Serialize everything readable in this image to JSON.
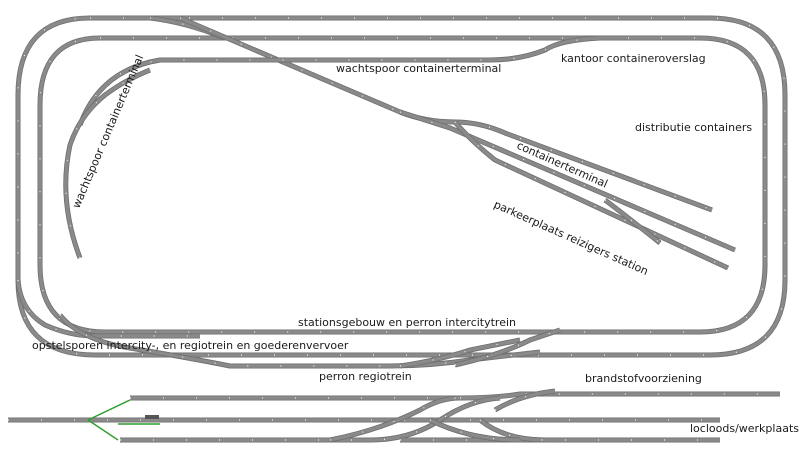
{
  "labels": {
    "wachtspoor_top": "wachtspoor containerterminal",
    "kantoor": "kantoor containeroverslag",
    "wachtspoor_left": "wachtspoor containerterminal",
    "distributie": "distributie containers",
    "containerterminal": "containerterminal",
    "parkeerplaats": "parkeerplaats reizigers station",
    "stationsgebouw": "stationsgebouw en perron intercitytrein",
    "opstelsporen": "opstelsporen intercity-, en regiotrein en goederenvervoer",
    "perron_regio": "perron regiotrein",
    "brandstof": "brandstofvoorziening",
    "locloods": "locloods/werkplaats"
  },
  "colors": {
    "rail": "#8a8a8a",
    "rail_edge": "#6f6f6f",
    "tie_mark": "#ffffff",
    "switch_accent": "#2e9e2e",
    "text": "#1a1a1a"
  }
}
